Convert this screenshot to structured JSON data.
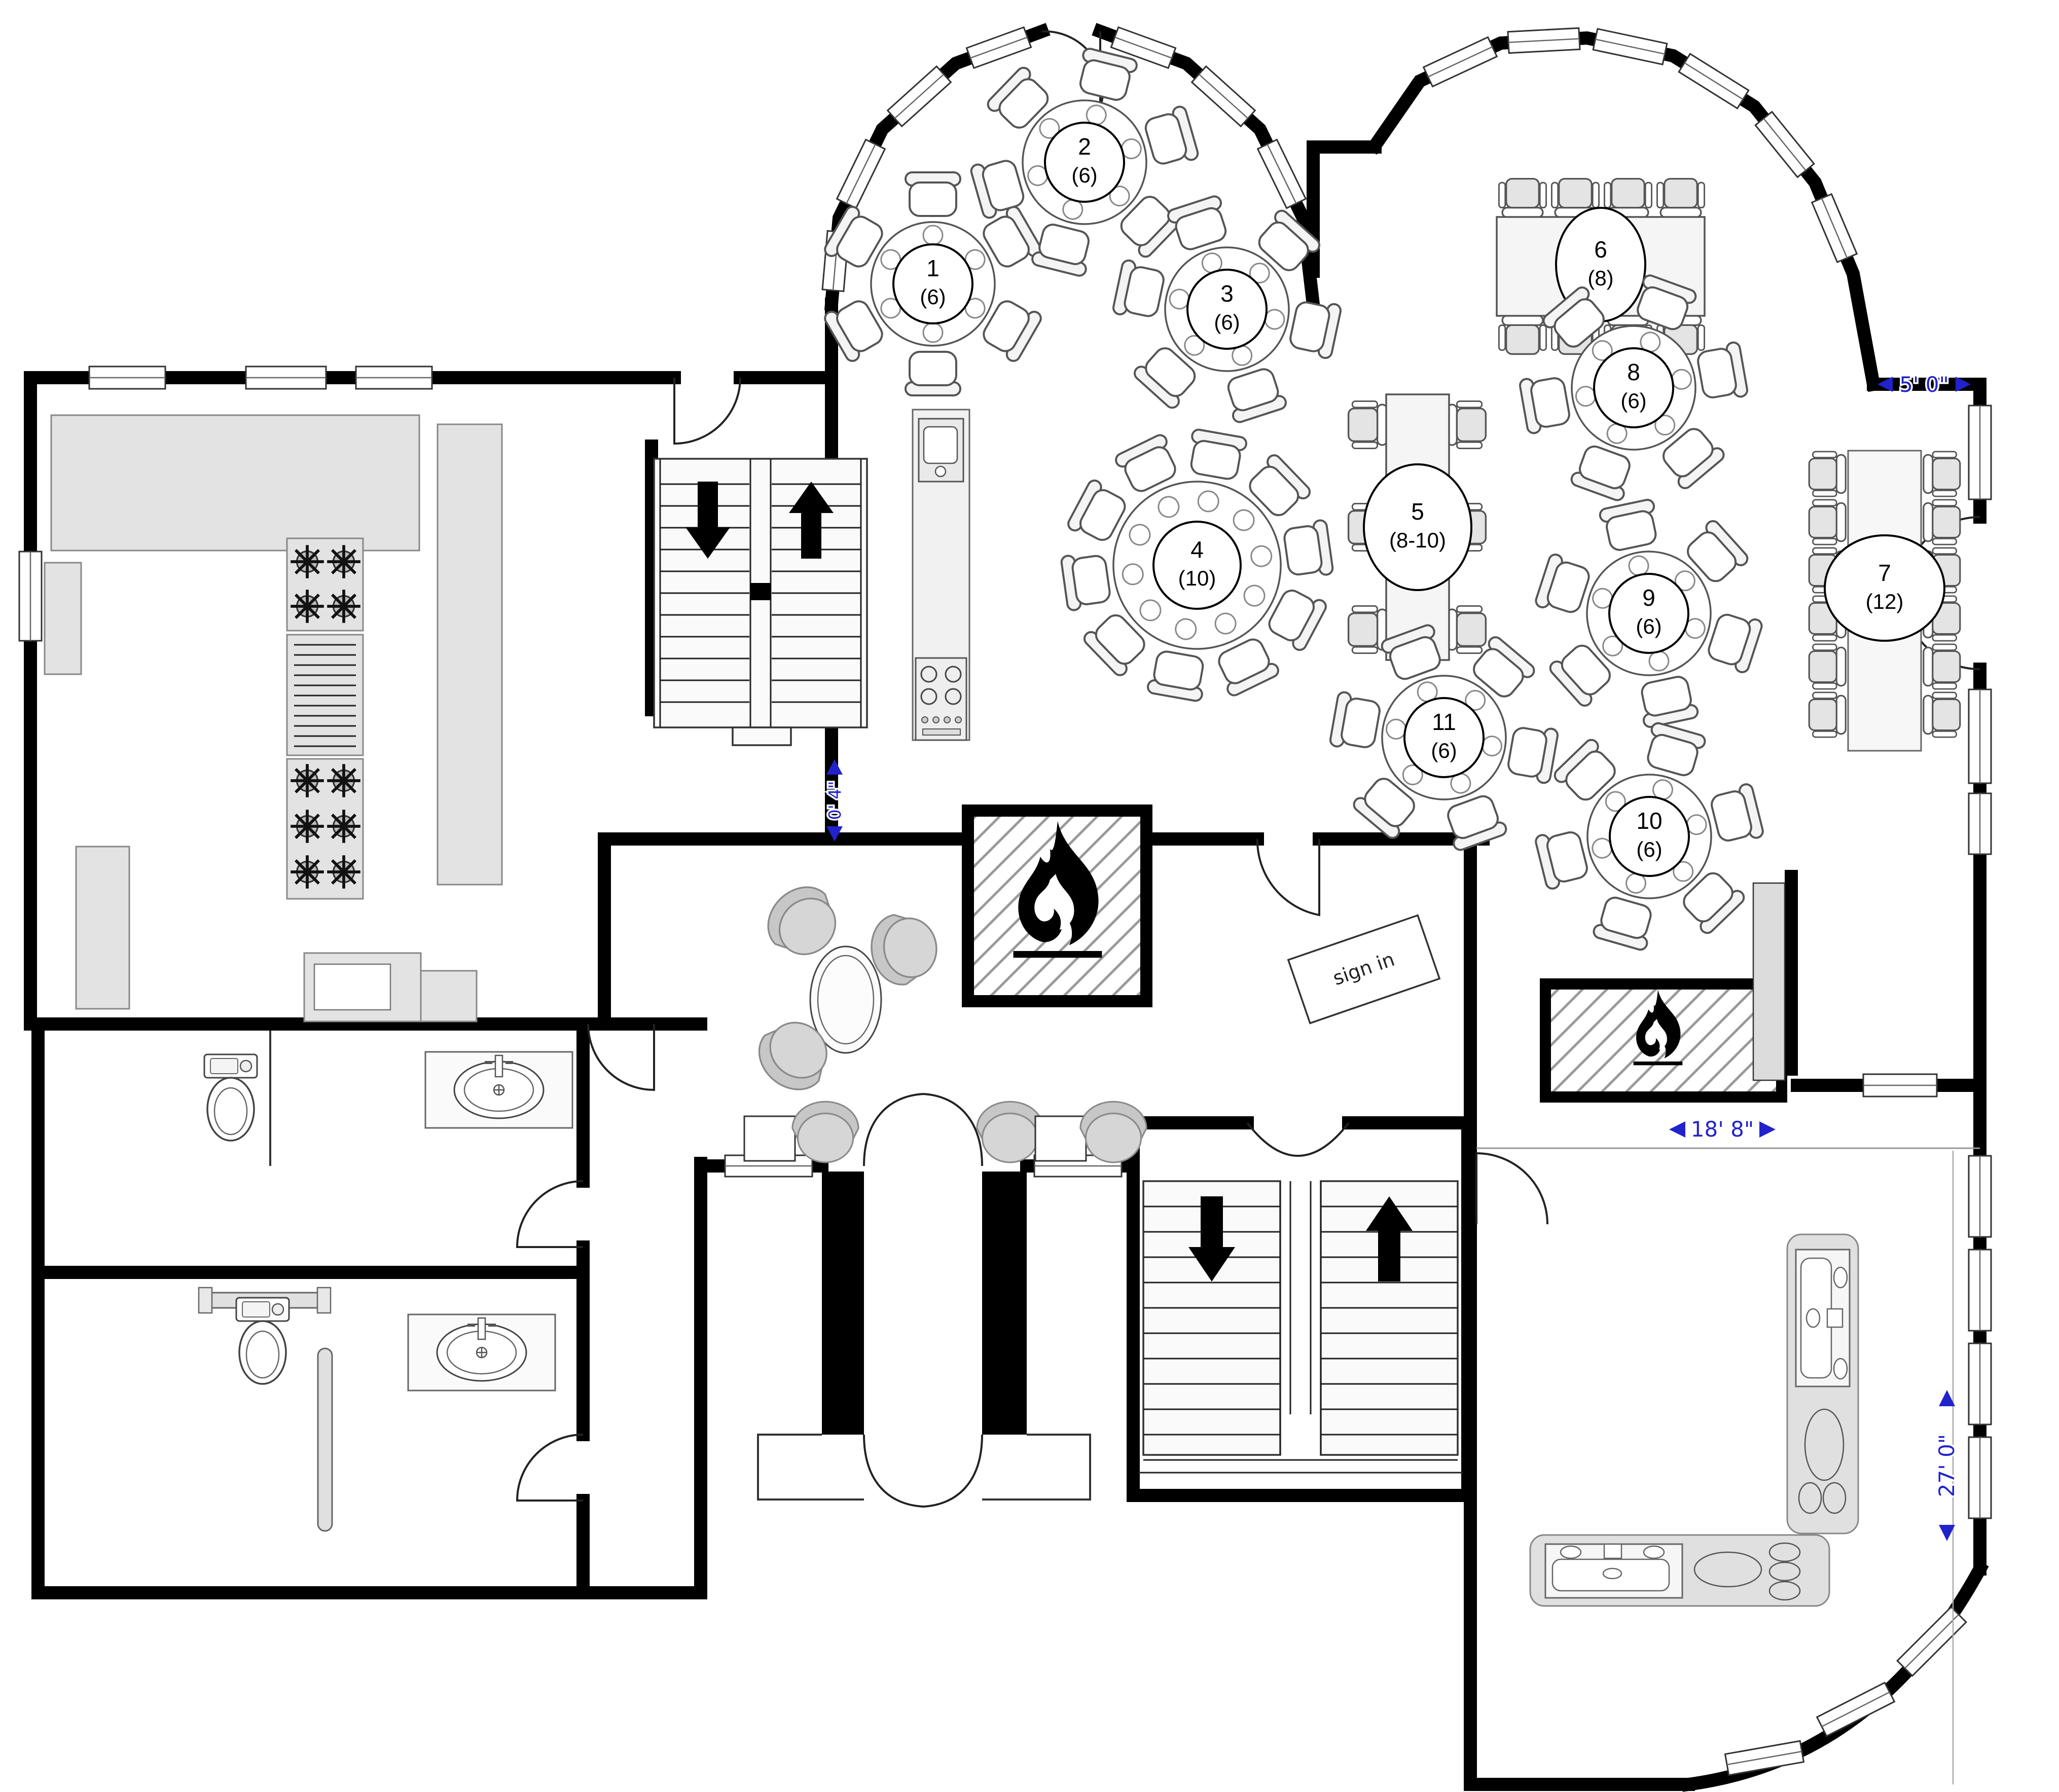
{
  "plan": {
    "tables": [
      {
        "number": "1",
        "capacity": "(6)",
        "seats": 6,
        "shape": "round"
      },
      {
        "number": "2",
        "capacity": "(6)",
        "seats": 6,
        "shape": "round"
      },
      {
        "number": "3",
        "capacity": "(6)",
        "seats": 6,
        "shape": "round"
      },
      {
        "number": "4",
        "capacity": "(10)",
        "seats": 10,
        "shape": "round"
      },
      {
        "number": "5",
        "capacity": "(8-10)",
        "seats": 6,
        "shape": "rectangular"
      },
      {
        "number": "6",
        "capacity": "(8)",
        "seats": 8,
        "shape": "rectangular"
      },
      {
        "number": "7",
        "capacity": "(12)",
        "seats": 12,
        "shape": "rectangular"
      },
      {
        "number": "8",
        "capacity": "(6)",
        "seats": 6,
        "shape": "round"
      },
      {
        "number": "9",
        "capacity": "(6)",
        "seats": 6,
        "shape": "round"
      },
      {
        "number": "10",
        "capacity": "(6)",
        "seats": 6,
        "shape": "round"
      },
      {
        "number": "11",
        "capacity": "(6)",
        "seats": 6,
        "shape": "round"
      }
    ],
    "signage": {
      "reception": "sign in"
    },
    "dimensions": {
      "top_right": "5' 0\"",
      "stair_clearance": "0' 4\"",
      "lounge_width": "18' 8\"",
      "lounge_height": "27' 0\""
    },
    "colors": {
      "wall": "#000000",
      "dimension_text": "#2222cc",
      "counter_fill": "#e3e3e3",
      "hatch_line": "#9a9a9a"
    }
  }
}
